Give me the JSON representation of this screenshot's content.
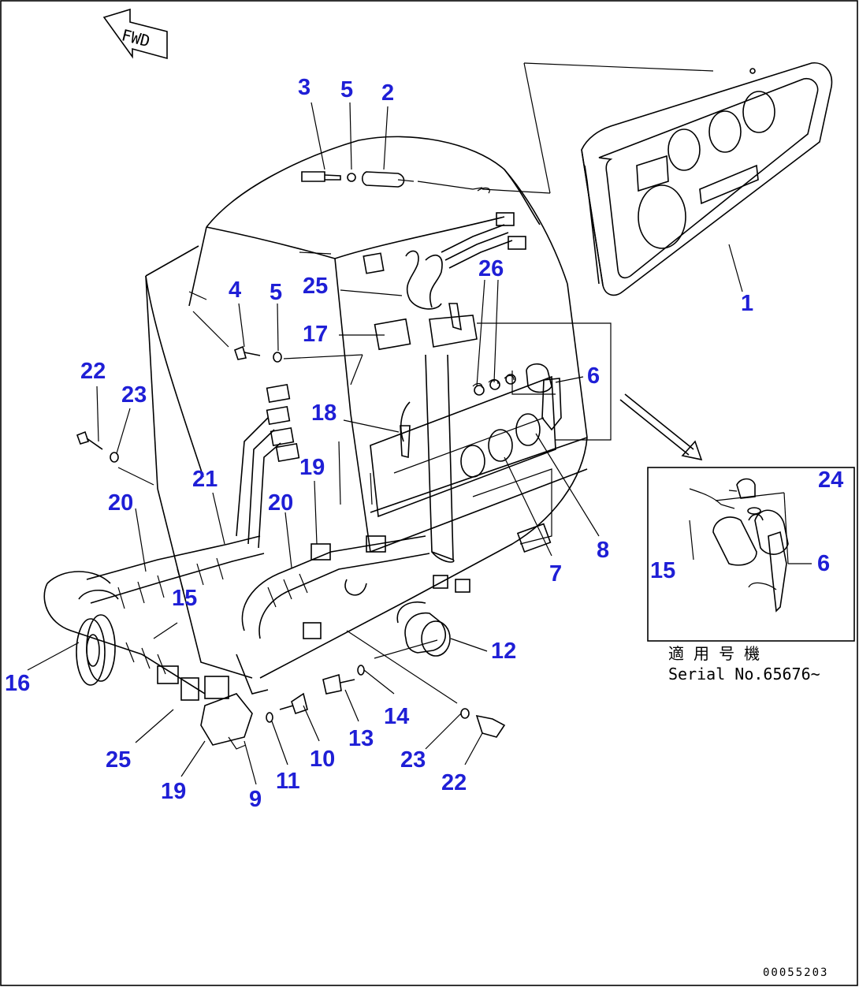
{
  "fwd_text": "FWD",
  "inset": {
    "caption_jp": "適 用 号 機",
    "caption_serial": "Serial No.65676~"
  },
  "drawing_code": "00055203",
  "callouts": {
    "c1": "1",
    "c2": "2",
    "c3": "3",
    "c4": "4",
    "c5a": "5",
    "c5b": "5",
    "c6a": "6",
    "c6b": "6",
    "c7": "7",
    "c8": "8",
    "c9": "9",
    "c10": "10",
    "c11": "11",
    "c12": "12",
    "c13": "13",
    "c14": "14",
    "c15a": "15",
    "c15b": "15",
    "c16": "16",
    "c17": "17",
    "c18": "18",
    "c19a": "19",
    "c19b": "19",
    "c20a": "20",
    "c20b": "20",
    "c21": "21",
    "c22a": "22",
    "c22b": "22",
    "c23a": "23",
    "c23b": "23",
    "c24": "24",
    "c25a": "25",
    "c25b": "25",
    "c26": "26"
  },
  "colors": {
    "callout": "#1f1fd6",
    "line": "#000000",
    "background": "#ffffff"
  }
}
